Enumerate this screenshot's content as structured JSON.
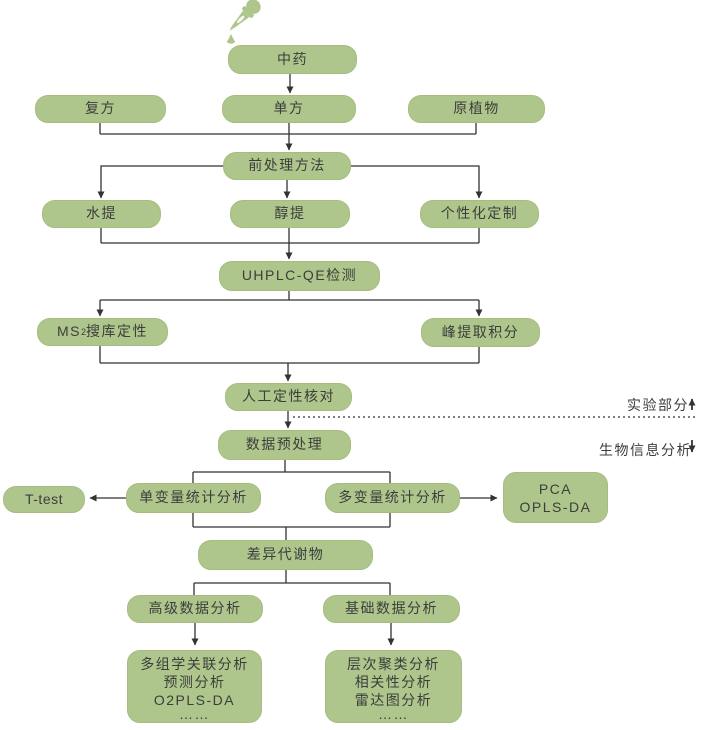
{
  "flow": {
    "tcm": "中药",
    "compound": "复方",
    "single": "单方",
    "original_plant": "原植物",
    "pretreatment": "前处理方法",
    "water_extraction": "水提",
    "alcohol_extraction": "醇提",
    "customized": "个性化定制",
    "uhplc": "UHPLC-QE检测",
    "ms2_base": "MS",
    "ms2_sup": "2",
    "ms2_rest": "搜库定性",
    "peak_extraction": "峰提取积分",
    "manual_check": "人工定性核对",
    "preprocessing": "数据预处理",
    "ttest": "T-test",
    "univariate": "单变量统计分析",
    "multivariate": "多变量统计分析",
    "pca_line1": "PCA",
    "pca_line2": "OPLS-DA",
    "diff_metabolites": "差异代谢物",
    "advanced": "高级数据分析",
    "basic": "基础数据分析",
    "advanced_items": [
      "多组学关联分析",
      "预测分析",
      "O2PLS-DA",
      "……"
    ],
    "basic_items": [
      "层次聚类分析",
      "相关性分析",
      "雷达图分析",
      "……"
    ]
  },
  "sections": {
    "experiment": "实验部分",
    "bioinformatics": "生物信息分析"
  },
  "icons": {
    "header": "dropper-icon",
    "experiment_arrow": "up-arrow-icon",
    "bioinformatics_arrow": "down-arrow-icon"
  },
  "colors": {
    "node_fill": "#aec68b",
    "node_border": "#a6bd80",
    "node_text": "#3d3d3d",
    "connector": "#333333",
    "background": "#ffffff"
  }
}
